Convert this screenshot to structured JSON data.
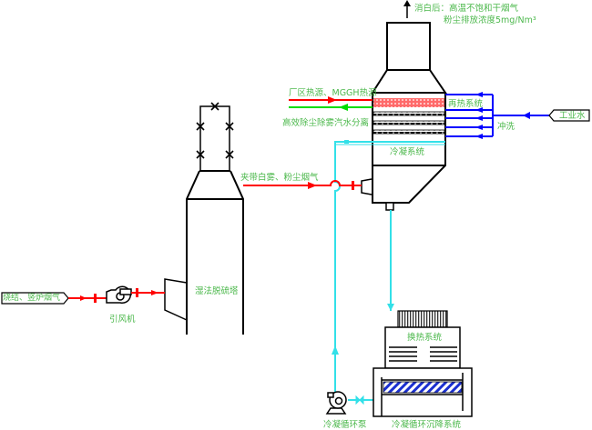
{
  "labels": {
    "exhaust_line1": "消白后：高温不饱和干烟气",
    "exhaust_line2": "粉尘排放浓度5mg/Nm³",
    "heat_source": "厂区热源、MGGH热源",
    "demister": "高效除尘除雾汽水分离",
    "reheat_system": "再热系统",
    "flush": "冲洗",
    "industrial_water": "工业水",
    "condensing_system": "冷凝系统",
    "flue_gas_mist": "夹带白雾、粉尘烟气",
    "wet_fgd_tower": "湿法脱硫塔",
    "sinter_flue_gas": "烧结、竖炉烟气",
    "induced_fan": "引风机",
    "heat_exchange_system": "换热系统",
    "condensing_pump": "冷凝循环泵",
    "settling_system": "冷凝循环沉降系统"
  },
  "colors": {
    "flue_gas": "#ff0000",
    "heat_return": "#00dd00",
    "industrial_water": "#0000ff",
    "condensate": "#33e0e8",
    "label_text": "#4cb84c"
  }
}
